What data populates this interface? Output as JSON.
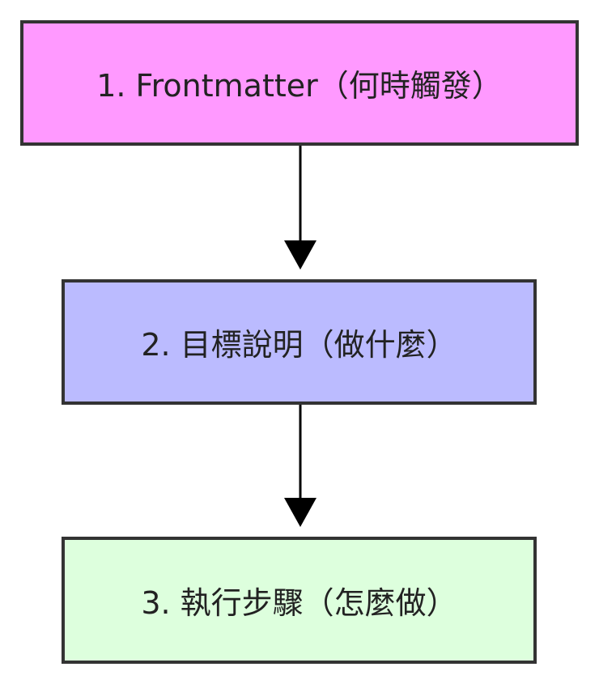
{
  "nodes": [
    {
      "label": "1. Frontmatter（何時觸發）",
      "fill": "#FF99FF"
    },
    {
      "label": "2. 目標說明（做什麼）",
      "fill": "#BBBBFF"
    },
    {
      "label": "3. 執行步驟（怎麼做）",
      "fill": "#DDFFDD"
    }
  ],
  "edges": [
    {
      "from": 0,
      "to": 1
    },
    {
      "from": 1,
      "to": 2
    }
  ],
  "colors": {
    "stroke": "#333333",
    "arrow": "#000000"
  }
}
